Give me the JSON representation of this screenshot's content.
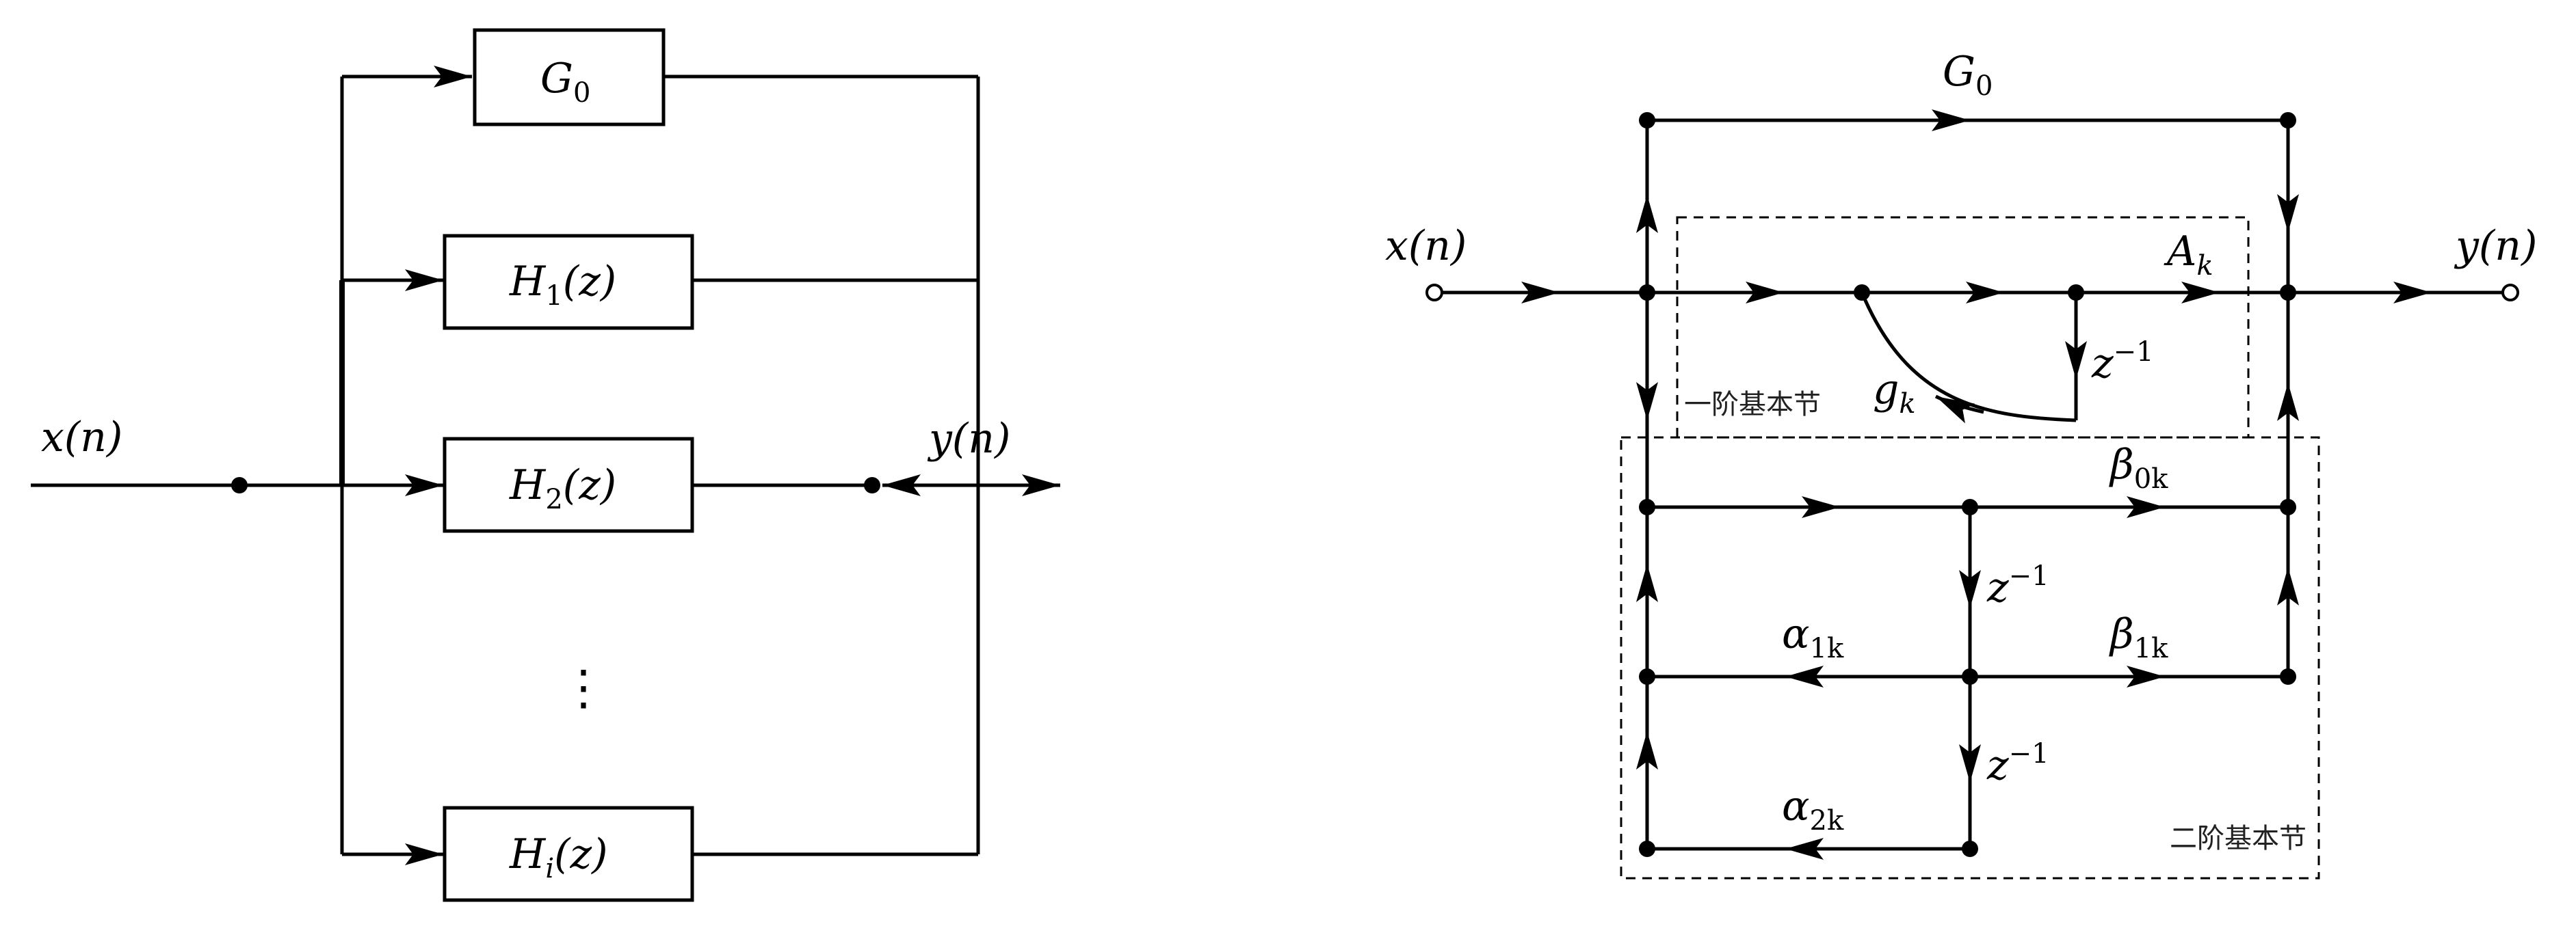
{
  "left_diagram": {
    "blocks": {
      "g0": {
        "label": "G",
        "sub": "0"
      },
      "h1": {
        "pre": "H",
        "sub": "1",
        "post": "(z)"
      },
      "h2": {
        "pre": "H",
        "sub": "2",
        "post": "(z)"
      },
      "hi": {
        "pre": "H",
        "sub": "i",
        "post": "(z)"
      }
    },
    "input_label": "x(n)",
    "output_label": "y(n)",
    "ellipsis": "⋮"
  },
  "right_diagram": {
    "input_label": "x(n)",
    "output_label": "y(n)",
    "g0": {
      "base": "G",
      "sub": "0"
    },
    "ak": {
      "base": "A",
      "sub": "k"
    },
    "gk": {
      "base": "g",
      "sub": "k"
    },
    "b0k": {
      "base": "β",
      "sub": "0k"
    },
    "b1k": {
      "base": "β",
      "sub": "1k"
    },
    "a1k": {
      "base": "α",
      "sub": "1k"
    },
    "a2k": {
      "base": "α",
      "sub": "2k"
    },
    "delay": {
      "base": "z",
      "sup": "−1"
    },
    "first_order_label": "一阶基本节",
    "second_order_label": "二阶基本节"
  },
  "colors": {
    "line": "#000000",
    "background": "#ffffff"
  }
}
